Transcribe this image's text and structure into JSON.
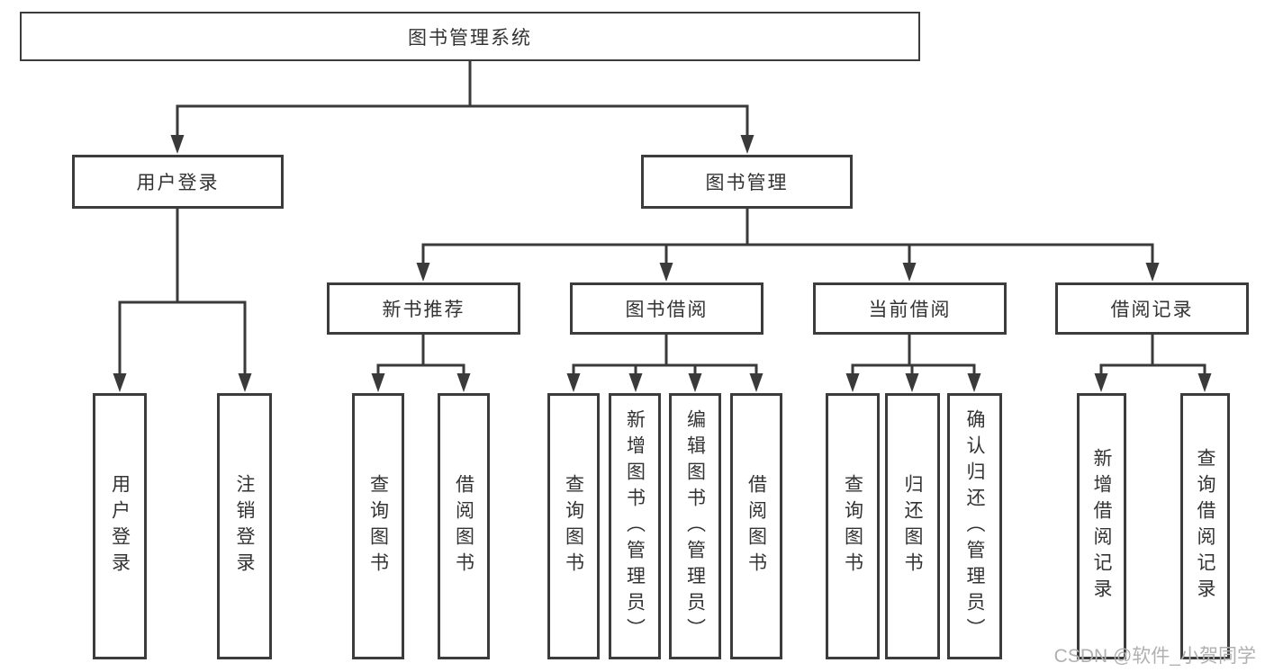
{
  "diagram": {
    "root": {
      "label": "图书管理系统"
    },
    "branches": [
      {
        "label": "用户登录",
        "children": [
          {
            "label": "用户登录"
          },
          {
            "label": "注销登录"
          }
        ]
      },
      {
        "label": "图书管理",
        "children": [
          {
            "label": "新书推荐",
            "children": [
              {
                "label": "查询图书"
              },
              {
                "label": "借阅图书"
              }
            ]
          },
          {
            "label": "图书借阅",
            "children": [
              {
                "label": "查询图书"
              },
              {
                "label": "新增图书（管理员）"
              },
              {
                "label": "编辑图书（管理员）"
              },
              {
                "label": "借阅图书"
              }
            ]
          },
          {
            "label": "当前借阅",
            "children": [
              {
                "label": "查询图书"
              },
              {
                "label": "归还图书"
              },
              {
                "label": "确认归还（管理员）"
              }
            ]
          },
          {
            "label": "借阅记录",
            "children": [
              {
                "label": "新增借阅记录"
              },
              {
                "label": "查询借阅记录"
              }
            ]
          }
        ]
      }
    ]
  },
  "watermark": {
    "text": "CSDN @软件_小贺同学"
  },
  "colors": {
    "line": "#3a3a3a",
    "box_border": "#3c3c3c",
    "text": "#333333",
    "watermark": "#b0b0b0",
    "background": "#ffffff"
  }
}
